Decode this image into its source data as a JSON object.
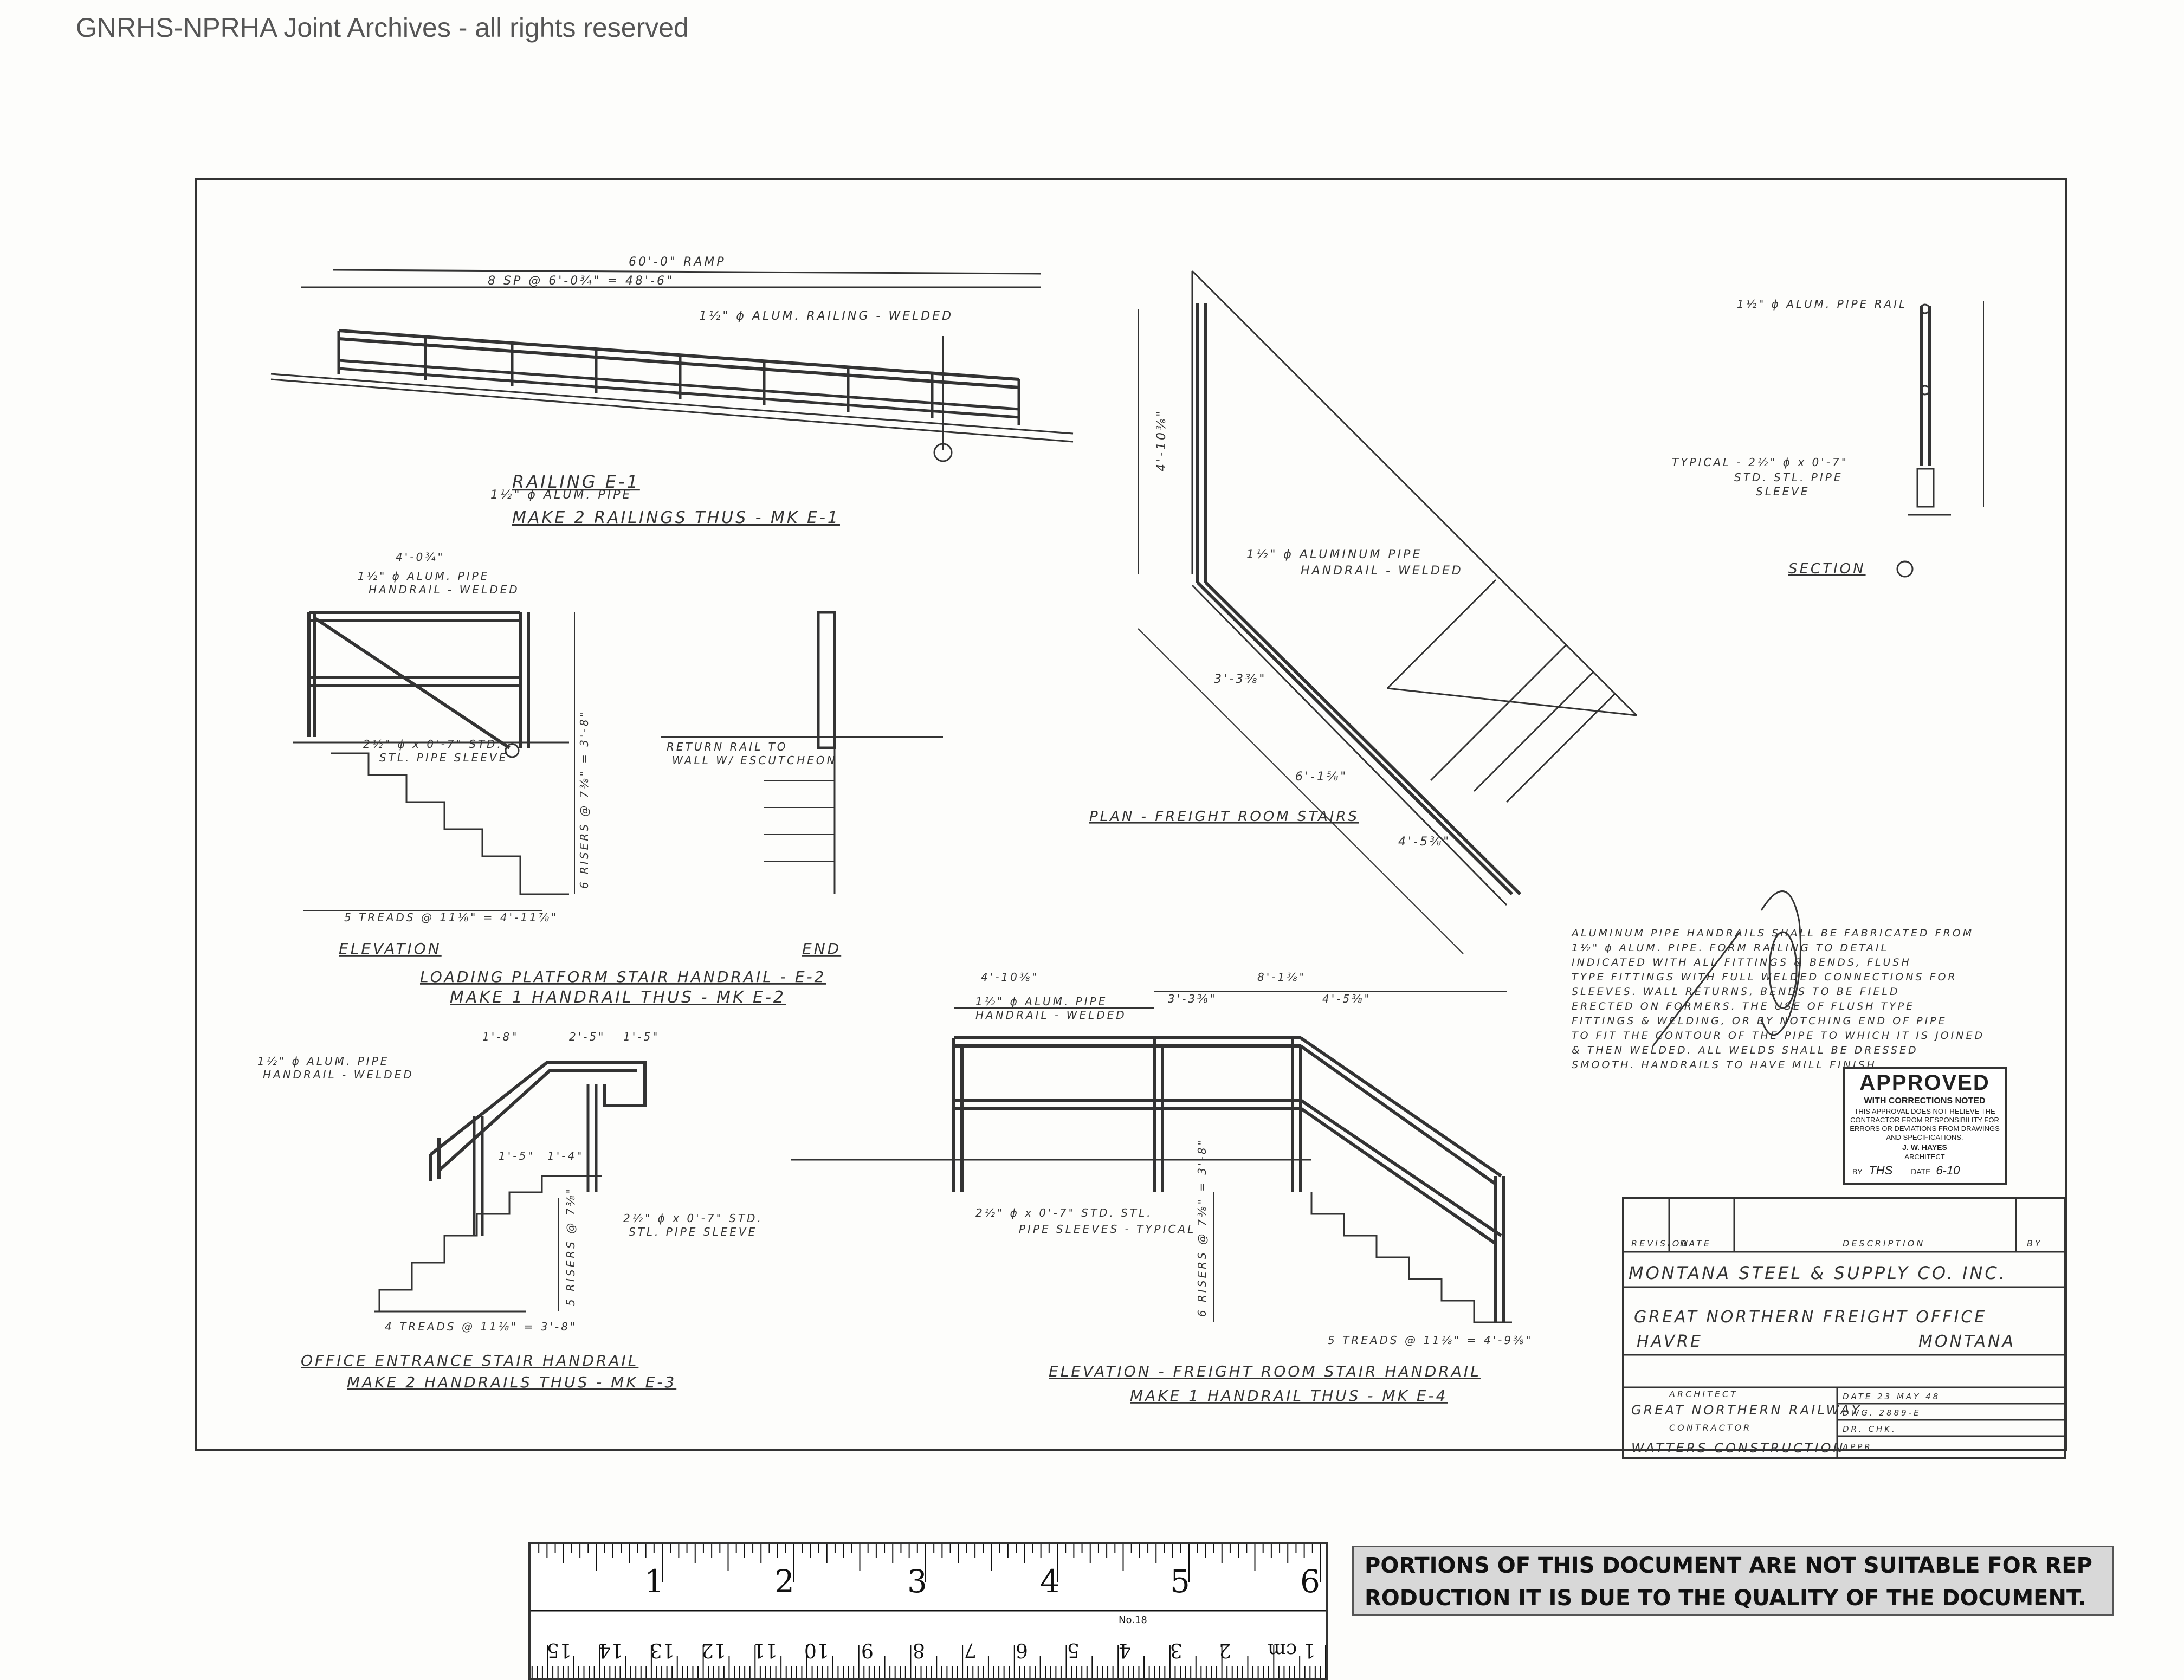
{
  "header": {
    "archive": "GNRHS-NPRHA Joint Archives - all rights reserved"
  },
  "drawings": {
    "railing_e1": {
      "dim_top": "60'-0\" RAMP",
      "dim_mid": "8 SP @ 6'-0¾\" = 48'-6\"",
      "note": "1½\" ϕ ALUM. RAILING - WELDED",
      "title": "RAILING E-1",
      "subtitle": "1½\" ϕ ALUM. PIPE",
      "make": "MAKE 2 RAILINGS THUS - MK E-1"
    },
    "plan": {
      "note1": "1½\" ϕ ALUMINUM PIPE",
      "note2": "HANDRAIL - WELDED",
      "title": "PLAN - FREIGHT ROOM STAIRS",
      "dim1": "4'-10⅜\"",
      "dim2": "3'-3⅜\"",
      "dim3": "6'-1⅝\"",
      "dim4": "4'-5⅜\""
    },
    "section": {
      "note1": "1½\" ϕ ALUM. PIPE RAIL",
      "note2": "TYPICAL - 2½\" ϕ x 0'-7\"",
      "note3": "STD. STL. PIPE",
      "note4": "SLEEVE",
      "title": "SECTION"
    },
    "loading": {
      "dim_top": "4'-0¾\"",
      "note1": "1½\" ϕ ALUM. PIPE",
      "note2": "HANDRAIL - WELDED",
      "sleeve1": "2½\" ϕ x 0'-7\" STD.",
      "sleeve2": "STL. PIPE SLEEVE",
      "treads": "5 TREADS @ 11⅛\" = 4'-11⅞\"",
      "risers": "6 RISERS @ 7⅜\" = 3'-8\"",
      "return1": "RETURN RAIL TO",
      "return2": "WALL W/ ESCUTCHEON",
      "label_elev": "ELEVATION",
      "label_end": "END",
      "title": "LOADING PLATFORM STAIR HANDRAIL - E-2",
      "make": "MAKE 1 HANDRAIL THUS - MK E-2"
    },
    "office": {
      "note1": "1½\" ϕ ALUM. PIPE",
      "note2": "HANDRAIL - WELDED",
      "dim_a": "1'-8\"",
      "dim_b": "2'-5\"",
      "dim_c": "1'-5\"",
      "dim_d": "1'-5\"",
      "dim_e": "1'-4\"",
      "sleeve1": "2½\" ϕ x 0'-7\" STD.",
      "sleeve2": "STL. PIPE SLEEVE",
      "treads": "4 TREADS @ 11⅛\" = 3'-8\"",
      "risers": "5 RISERS @ 7⅜\"",
      "title": "OFFICE ENTRANCE STAIR HANDRAIL",
      "make": "MAKE 2 HANDRAILS THUS - MK E-3"
    },
    "freight": {
      "dim1": "4'-10⅜\"",
      "dim2": "3'-3⅜\"",
      "dim3": "8'-1⅜\"",
      "dim4": "4'-5⅜\"",
      "note1": "1½\" ϕ ALUM. PIPE",
      "note2": "HANDRAIL - WELDED",
      "sleeve1": "2½\" ϕ x 0'-7\" STD. STL.",
      "sleeve2": "PIPE SLEEVES - TYPICAL",
      "treads": "5 TREADS @ 11⅛\" = 4'-9⅜\"",
      "risers": "6 RISERS @ 7⅜\" = 3'-8\"",
      "title": "ELEVATION - FREIGHT ROOM STAIR HANDRAIL",
      "make": "MAKE 1 HANDRAIL THUS - MK E-4"
    }
  },
  "general_note": [
    "ALUMINUM PIPE HANDRAILS SHALL BE FABRICATED FROM",
    "1½\" ϕ ALUM. PIPE. FORM RAILING TO DETAIL",
    "INDICATED WITH ALL FITTINGS & BENDS, FLUSH",
    "TYPE FITTINGS WITH FULL WELDED CONNECTIONS FOR",
    "SLEEVES. WALL RETURNS, BENDS TO BE FIELD",
    "ERECTED ON FORMERS. THE USE OF FLUSH TYPE",
    "FITTINGS & WELDING, OR BY NOTCHING END OF PIPE",
    "TO FIT THE CONTOUR OF THE PIPE TO WHICH IT IS JOINED",
    "& THEN WELDED. ALL WELDS SHALL BE DRESSED",
    "SMOOTH. HANDRAILS TO HAVE MILL FINISH."
  ],
  "approval": {
    "heading": "APPROVED",
    "sub": "WITH CORRECTIONS NOTED",
    "body": [
      "THIS APPROVAL DOES NOT RELIEVE THE",
      "CONTRACTOR FROM RESPONSIBILITY FOR",
      "ERRORS OR DEVIATIONS FROM DRAWINGS",
      "AND SPECIFICATIONS."
    ],
    "name": "J. W. HAYES",
    "role": "ARCHITECT",
    "by": "BY",
    "initials": "THS",
    "date_label": "DATE",
    "date": "6-10"
  },
  "title_block": {
    "rev_headers": [
      "REVISION",
      "DATE",
      "DESCRIPTION",
      "BY"
    ],
    "company": "MONTANA STEEL & SUPPLY CO. INC.",
    "project": "GREAT NORTHERN FREIGHT OFFICE",
    "location_left": "HAVRE",
    "location_right": "MONTANA",
    "architect_label": "ARCHITECT",
    "architect": "GREAT NORTHERN RAILWAY",
    "contractor_label": "CONTRACTOR",
    "contractor": "WATTERS CONSTRUCTION",
    "date_field": "DATE 23 MAY 48",
    "dwg_field": "DWG. 2889-E",
    "drawn_field": "DR. CHK.",
    "sheet_field": "APPR."
  },
  "ruler": {
    "inches": [
      "1",
      "2",
      "3",
      "4",
      "5",
      "6"
    ],
    "cm": [
      "1 cm",
      "2",
      "3",
      "4",
      "5",
      "6",
      "7",
      "8",
      "9",
      "10",
      "11",
      "12",
      "13",
      "14",
      "15"
    ],
    "label": "No.18"
  },
  "warning": {
    "line1": "PORTIONS OF THIS DOCUMENT ARE NOT SUITABLE FOR REP",
    "line2": "RODUCTION IT IS DUE TO THE QUALITY OF THE DOCUMENT."
  }
}
